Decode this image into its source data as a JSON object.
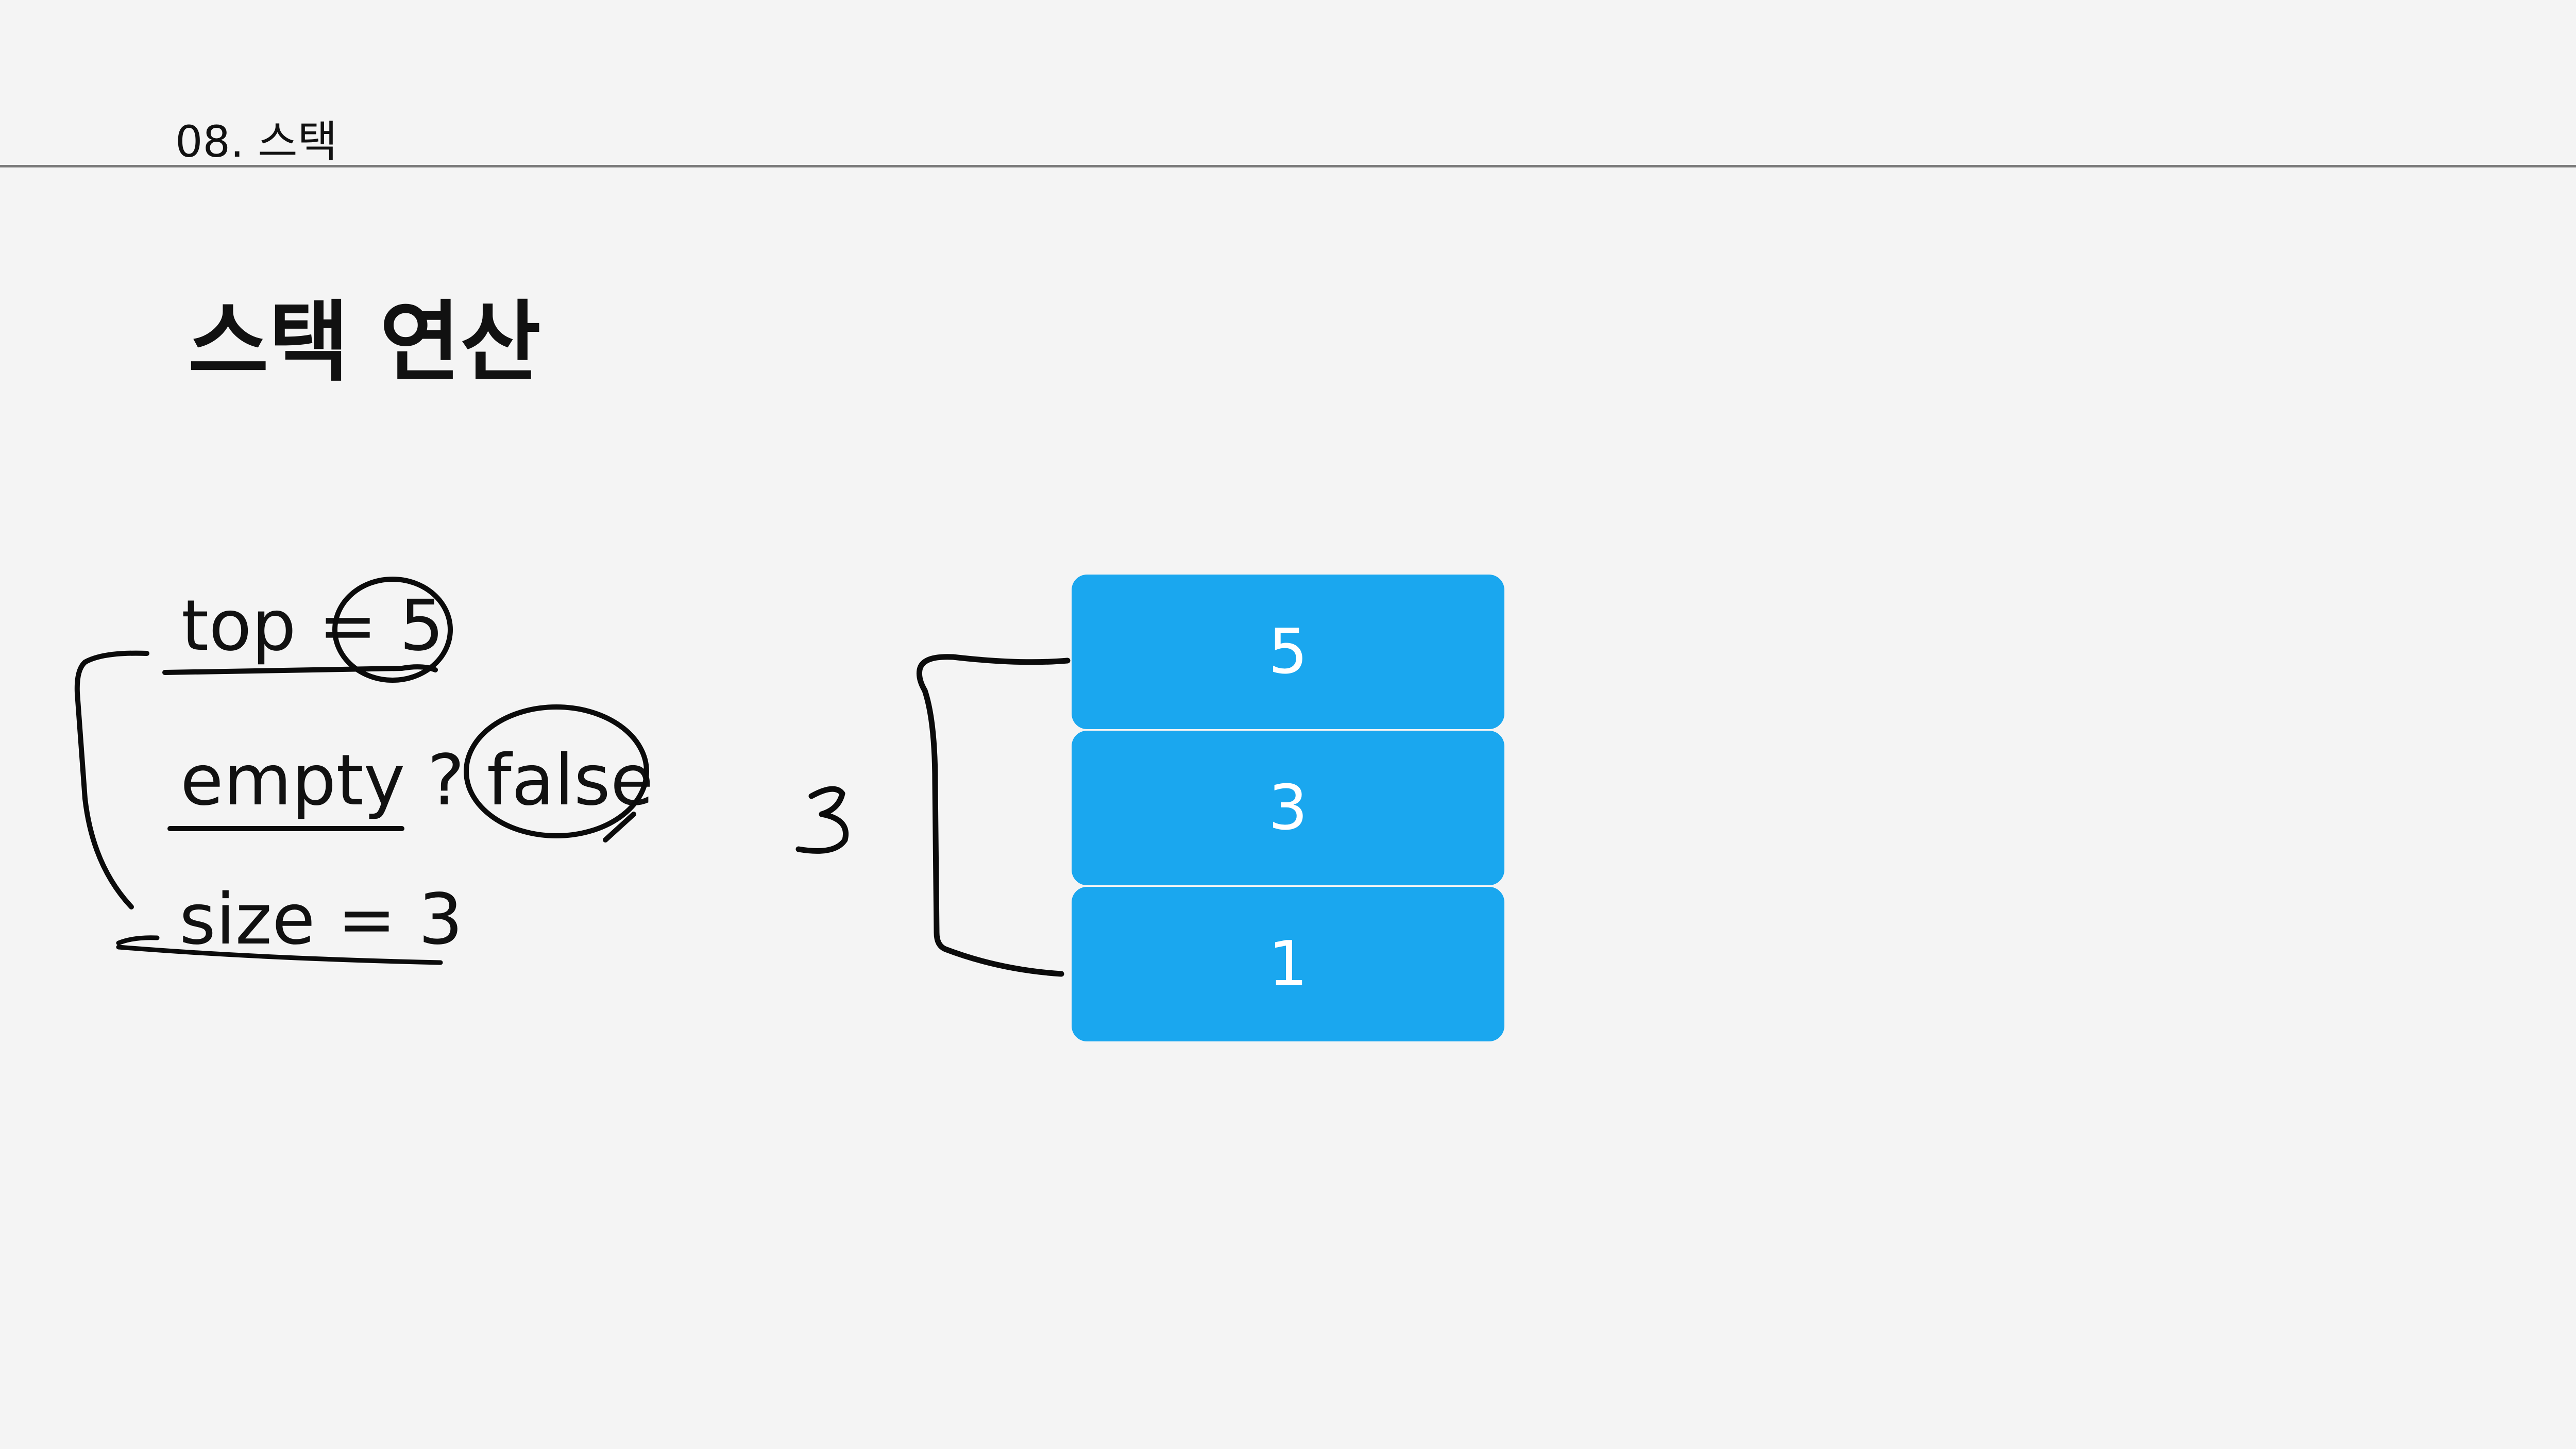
{
  "header": {
    "section_label": "08. 스택"
  },
  "title": "스택 연산",
  "stats": {
    "top_line": "top = 5",
    "empty_prefix": "empty ?",
    "empty_value": "false",
    "size_line": "size = 3"
  },
  "stack": {
    "items": [
      "5",
      "3",
      "1"
    ],
    "color": "#1aa7ef"
  },
  "annotations": {
    "handwritten_count": "3",
    "ink_color": "#0b0b0b"
  }
}
